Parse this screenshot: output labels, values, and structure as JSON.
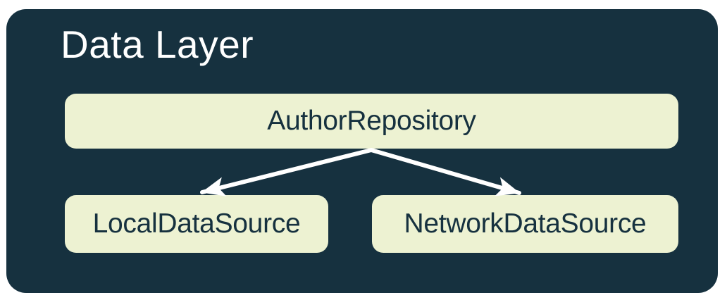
{
  "diagram": {
    "title": "Data Layer",
    "nodes": [
      {
        "id": "repository",
        "label": "AuthorRepository"
      },
      {
        "id": "local",
        "label": "LocalDataSource"
      },
      {
        "id": "network",
        "label": "NetworkDataSource"
      }
    ],
    "edges": [
      {
        "from": "AuthorRepository",
        "to": "LocalDataSource",
        "style": "arrow"
      },
      {
        "from": "AuthorRepository",
        "to": "NetworkDataSource",
        "style": "arrow"
      }
    ],
    "colors": {
      "page_bg": "#ffffff",
      "container_fill": "#16313f",
      "node_fill": "#edf2d2",
      "node_text": "#16313f",
      "title_text": "#ffffff",
      "arrow": "#ffffff"
    }
  }
}
